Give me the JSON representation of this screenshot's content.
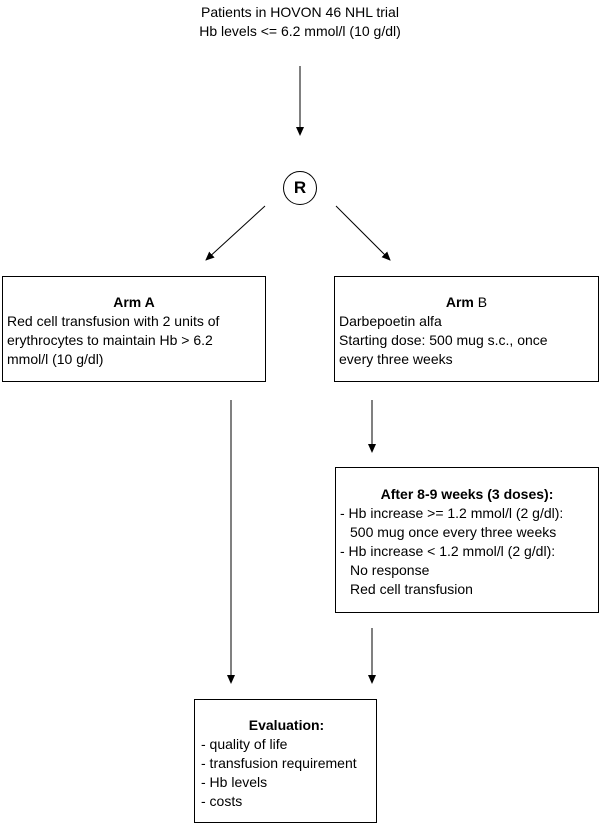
{
  "header": {
    "line1": "Patients in HOVON 46 NHL trial",
    "line2": "Hb levels <= 6.2 mmol/l (10 g/dl)"
  },
  "randomization": {
    "label": "R"
  },
  "arm_a": {
    "title": "Arm A",
    "lines": [
      "Red cell transfusion with 2 units of",
      "erythrocytes to maintain Hb > 6.2",
      "mmol/l (10 g/dl)"
    ]
  },
  "arm_b": {
    "title_bold": "Arm",
    "title_rest": " B",
    "lines": [
      "Darbepoetin alfa",
      "Starting dose: 500 mug s.c., once",
      "every three weeks"
    ]
  },
  "followup": {
    "title": "After 8-9 weeks (3 doses):",
    "lines": [
      "- Hb increase >= 1.2 mmol/l (2 g/dl):",
      "500 mug once every three weeks",
      "- Hb increase < 1.2 mmol/l (2 g/dl):",
      "No response",
      "Red cell transfusion"
    ]
  },
  "evaluation": {
    "title": "Evaluation:",
    "items": [
      "- quality of life",
      "- transfusion requirement",
      "- Hb levels",
      "- costs"
    ]
  }
}
